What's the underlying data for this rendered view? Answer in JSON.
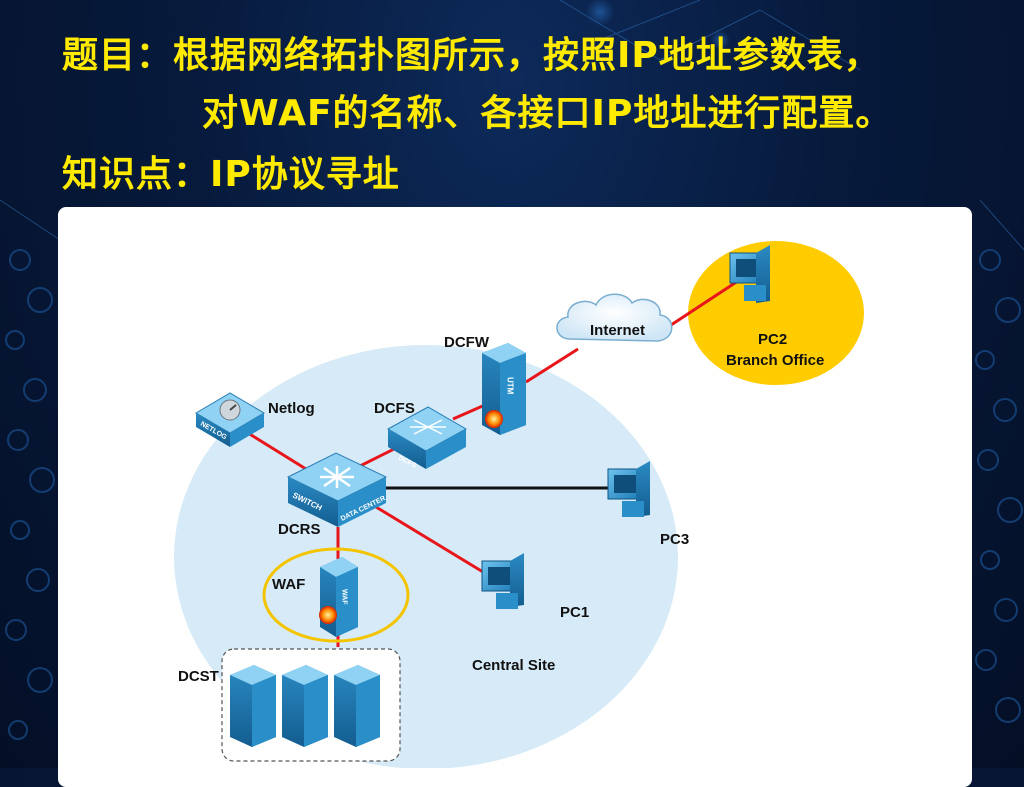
{
  "header": {
    "line1": "题目：根据网络拓扑图所示，按照IP地址参数表，",
    "line2": "对WAF的名称、各接口IP地址进行配置。",
    "line3": "知识点：IP协议寻址"
  },
  "diagram": {
    "nodes": {
      "internet": "Internet",
      "pc2": "PC2",
      "branch_office": "Branch Office",
      "dcfw": "DCFW",
      "netlog": "Netlog",
      "dcfs": "DCFS",
      "dcrs": "DCRS",
      "pc3": "PC3",
      "waf": "WAF",
      "pc1": "PC1",
      "central_site": "Central Site",
      "dcst": "DCST"
    },
    "device_marks": {
      "netlog_badge": "NETLOG",
      "dcfs_badge": "DCFS",
      "switch_badge": "SWITCH",
      "datacenter_badge": "DATA CENTER",
      "utm_badge": "UTM",
      "waf_badge": "WAF"
    },
    "colors": {
      "central_area": "#d6ebf7",
      "branch_area": "#ffcc00",
      "link_red": "#e8151b",
      "link_black": "#111111",
      "waf_ring": "#f5c400",
      "device_blue": "#2a8fc8"
    }
  }
}
